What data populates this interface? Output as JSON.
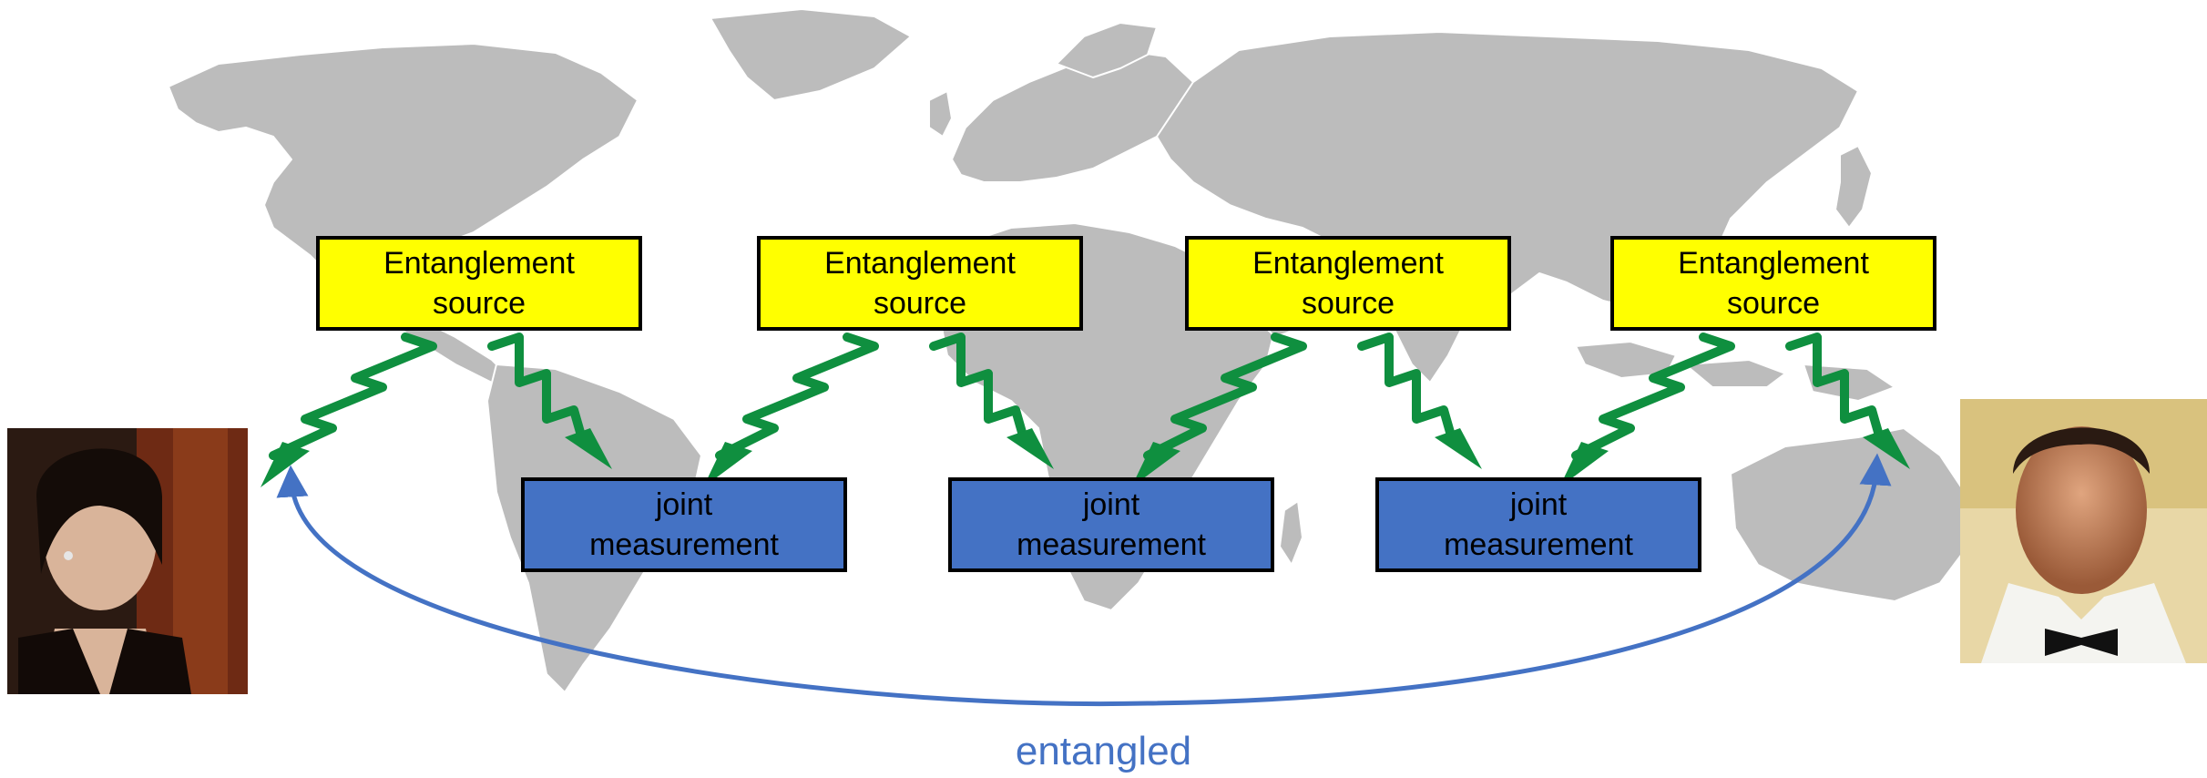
{
  "source_box": {
    "line1": "Entanglement",
    "line2": "source"
  },
  "joint_box": {
    "line1": "joint",
    "line2": "measurement"
  },
  "caption": "entangled",
  "colors": {
    "map_land": "#bcbcbc",
    "source_fill": "#ffff00",
    "joint_fill": "#4472c4",
    "photon_arrow": "#0f8f3f",
    "entangled_arc": "#4472c4"
  },
  "icons": [
    "world-map",
    "photon-wave-arrow",
    "entangled-arc",
    "portrait-left",
    "portrait-right"
  ]
}
